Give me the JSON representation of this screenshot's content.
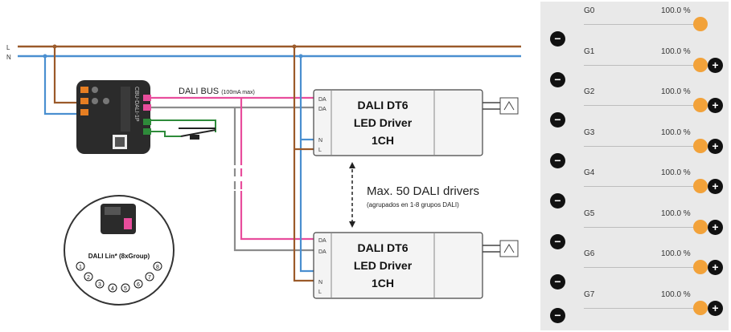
{
  "diagram": {
    "line_labels": [
      "L",
      "N"
    ],
    "controller_label": "CBU-DALI-1P",
    "bus_label": "DALI BUS",
    "bus_note": "(100mA max)",
    "drivers": [
      {
        "pins": [
          "DA",
          "DA",
          "N",
          "L"
        ],
        "title_lines": [
          "DALI DT6",
          "LED Driver",
          "1CH"
        ]
      },
      {
        "pins": [
          "DA",
          "DA",
          "N",
          "L"
        ],
        "title_lines": [
          "DALI DT6",
          "LED Driver",
          "1CH"
        ]
      }
    ],
    "max_text": "Max. 50 DALI drivers",
    "max_subtext": "(agrupados en 1-8 grupos DALI)",
    "circle_label": "DALI Lin* (8xGroup)",
    "circle_numbers": [
      "1",
      "2",
      "3",
      "4",
      "5",
      "6",
      "7",
      "8"
    ]
  },
  "panel": {
    "groups": [
      {
        "label": "G0",
        "value_text": "100.0 %",
        "level": 1.0
      },
      {
        "label": "G1",
        "value_text": "100.0 %",
        "level": 1.0
      },
      {
        "label": "G2",
        "value_text": "100.0 %",
        "level": 1.0
      },
      {
        "label": "G3",
        "value_text": "100.0 %",
        "level": 1.0
      },
      {
        "label": "G4",
        "value_text": "100.0 %",
        "level": 1.0
      },
      {
        "label": "G5",
        "value_text": "100.0 %",
        "level": 1.0
      },
      {
        "label": "G6",
        "value_text": "100.0 %",
        "level": 1.0
      },
      {
        "label": "G7",
        "value_text": "100.0 %",
        "level": 1.0
      }
    ],
    "minus_symbol": "−",
    "plus_symbol": "+"
  },
  "colors": {
    "live_wire": "#9b5a2a",
    "neutral_wire": "#4a8fd0",
    "dali_wire": "#e84d9c",
    "grey_wire": "#8c8c8c",
    "green_wire": "#2e8b3a",
    "slider_knob": "#f2a23a"
  }
}
